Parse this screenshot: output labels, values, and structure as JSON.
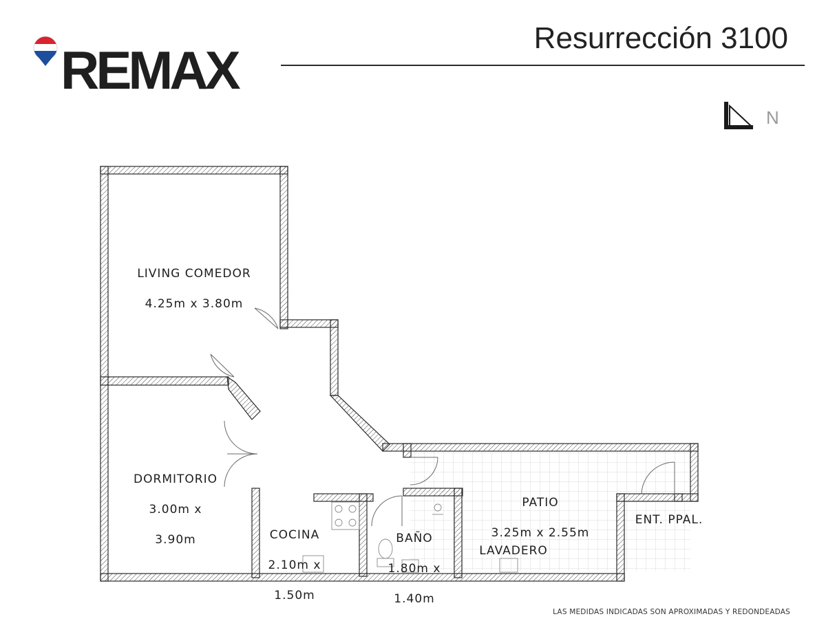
{
  "header": {
    "brand": "REMAX",
    "address": "Resurrección 3100",
    "north_label": "N"
  },
  "rooms": {
    "living": {
      "name": "LIVING COMEDOR",
      "size": "4.25m  x  3.80m"
    },
    "dormitorio": {
      "name": "DORMITORIO",
      "size_line1": "3.00m  x",
      "size_line2": "3.90m"
    },
    "cocina": {
      "name": "COCINA",
      "size_line1": "2.10m  x",
      "size_line2": "1.50m"
    },
    "bano": {
      "name": "BAÑO",
      "size_line1": "1.80m  x",
      "size_line2": "1.40m"
    },
    "patio": {
      "name": "PATIO",
      "size": "3.25m  x  2.55m"
    },
    "lavadero": {
      "name": "LAVADERO"
    },
    "entrada": {
      "name": "ENT. PPAL."
    }
  },
  "footer": {
    "disclaimer": "LAS MEDIDAS INDICADAS SON APROXIMADAS Y REDONDEADAS"
  },
  "colors": {
    "wall_fill": "#ffffff",
    "wall_stroke": "#2a2a2a",
    "logo_red": "#d9232e",
    "logo_blue": "#1c4e9c"
  },
  "icons": [
    "remax-balloon-icon",
    "north-arrow-icon"
  ]
}
